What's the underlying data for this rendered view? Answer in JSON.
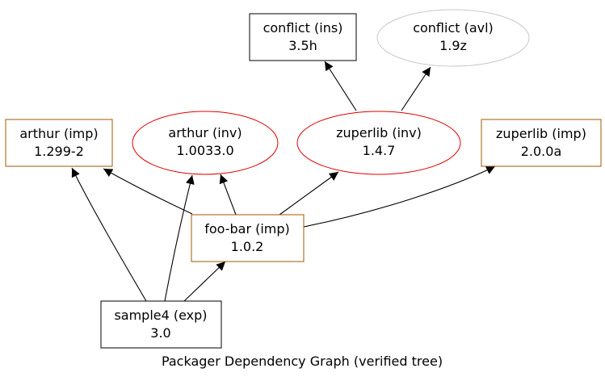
{
  "caption": "Packager Dependency Graph (verified tree)",
  "colors": {
    "background": "#ffffff",
    "edge": "#000000",
    "text": "#000000",
    "installed_border": "#000000",
    "imported_border": "#a05a00",
    "invalid_border": "#e00000",
    "available_border": "#c8c8c8"
  },
  "nodes": {
    "conflict_ins": {
      "name": "conflict (ins)",
      "version": "3.5h"
    },
    "conflict_avl": {
      "name": "conflict (avl)",
      "version": "1.9z"
    },
    "arthur_imp": {
      "name": "arthur (imp)",
      "version": "1.299-2"
    },
    "arthur_inv": {
      "name": "arthur (inv)",
      "version": "1.0033.0"
    },
    "zuperlib_inv": {
      "name": "zuperlib (inv)",
      "version": "1.4.7"
    },
    "zuperlib_imp": {
      "name": "zuperlib (imp)",
      "version": "2.0.0a"
    },
    "foobar_imp": {
      "name": "foo-bar (imp)",
      "version": "1.0.2"
    },
    "sample4_exp": {
      "name": "sample4 (exp)",
      "version": "3.0"
    }
  },
  "edges": [
    {
      "from": "sample4 (exp)",
      "to": "arthur (imp)"
    },
    {
      "from": "sample4 (exp)",
      "to": "arthur (inv)"
    },
    {
      "from": "sample4 (exp)",
      "to": "foo-bar (imp)"
    },
    {
      "from": "foo-bar (imp)",
      "to": "arthur (imp)"
    },
    {
      "from": "foo-bar (imp)",
      "to": "arthur (inv)"
    },
    {
      "from": "foo-bar (imp)",
      "to": "zuperlib (inv)"
    },
    {
      "from": "foo-bar (imp)",
      "to": "zuperlib (imp)"
    },
    {
      "from": "zuperlib (inv)",
      "to": "conflict (ins)"
    },
    {
      "from": "zuperlib (inv)",
      "to": "conflict (avl)"
    }
  ]
}
